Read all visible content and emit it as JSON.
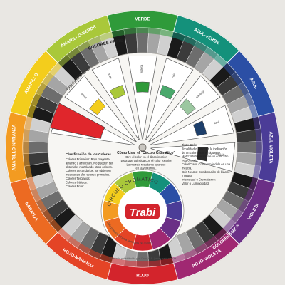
{
  "outer_ring": [
    {
      "label": "VERDE",
      "color": "#2f9a3a"
    },
    {
      "label": "AZUL-VERDE",
      "color": "#14917b"
    },
    {
      "label": "AZUL",
      "color": "#2b4fa5"
    },
    {
      "label": "AZUL-VIOLETA",
      "color": "#4b3c97"
    },
    {
      "label": "VIOLETA",
      "color": "#6b2f86"
    },
    {
      "label": "ROJO-VIOLETA",
      "color": "#a02872"
    },
    {
      "label": "ROJO",
      "color": "#d3242c"
    },
    {
      "label": "ROJO-NARANJA",
      "color": "#e44426"
    },
    {
      "label": "NARANJA",
      "color": "#ec6a22"
    },
    {
      "label": "AMARILLO-NARANJA",
      "color": "#f39b21"
    },
    {
      "label": "AMARILLO",
      "color": "#f3cd1c"
    },
    {
      "label": "AMARILLO-VERDE",
      "color": "#a9c83a"
    }
  ],
  "arcs": {
    "warm": "COLORES CALIDOS",
    "cold_top": "COLORES FRIOS",
    "cold_bottom": "COLORES FRIOS"
  },
  "window_labels": [
    "amarillo",
    "verde",
    "azul",
    "violeta",
    "rojo",
    "naranja",
    "azul",
    "amarillo"
  ],
  "center": {
    "title": "CIRCULO CROMATICO",
    "brand": "Trabi",
    "subtitle": "Guía profesional para la mezcla de colores"
  },
  "panel_left": {
    "heading": "Clasificación de los Colores",
    "lines": [
      "Colores Primarios: Rojo magenta,",
      "amarillo y azul cyan. No pueden ser",
      "obtenidos mezclando otros colores.",
      "Colores Secundarios: Se obtienen",
      "mezclando dos colores primarios.",
      "Colores Terciarios:",
      "Colores Cálidos:",
      "Colores Fríos:"
    ]
  },
  "panel_center": {
    "heading": "Cómo Usar el \"Círculo Cromático\"",
    "lines": [
      "Gire el color en el disco interior",
      "hasta que coincida con el color exterior.",
      "La mezcla resultante aparece",
      "en la ventanilla."
    ]
  },
  "panel_right": {
    "lines": [
      "Tinte: Color",
      "Tonalidad o Tono: Es la inclinación",
      "de un color hacia el siguiente.",
      "Matiz: Modificación de un color con",
      "negro o gris.",
      "Color/Claro: Color tomándolo en una",
      "mezcla.",
      "Gris Neutro: Combinación de blanco",
      "y negro.",
      "Intensidad o Cromatismo:",
      "Valor o Luminosidad:"
    ]
  },
  "footer": "Diseñado y distribuido por Cami S.A. | www.trabi.com.ar"
}
